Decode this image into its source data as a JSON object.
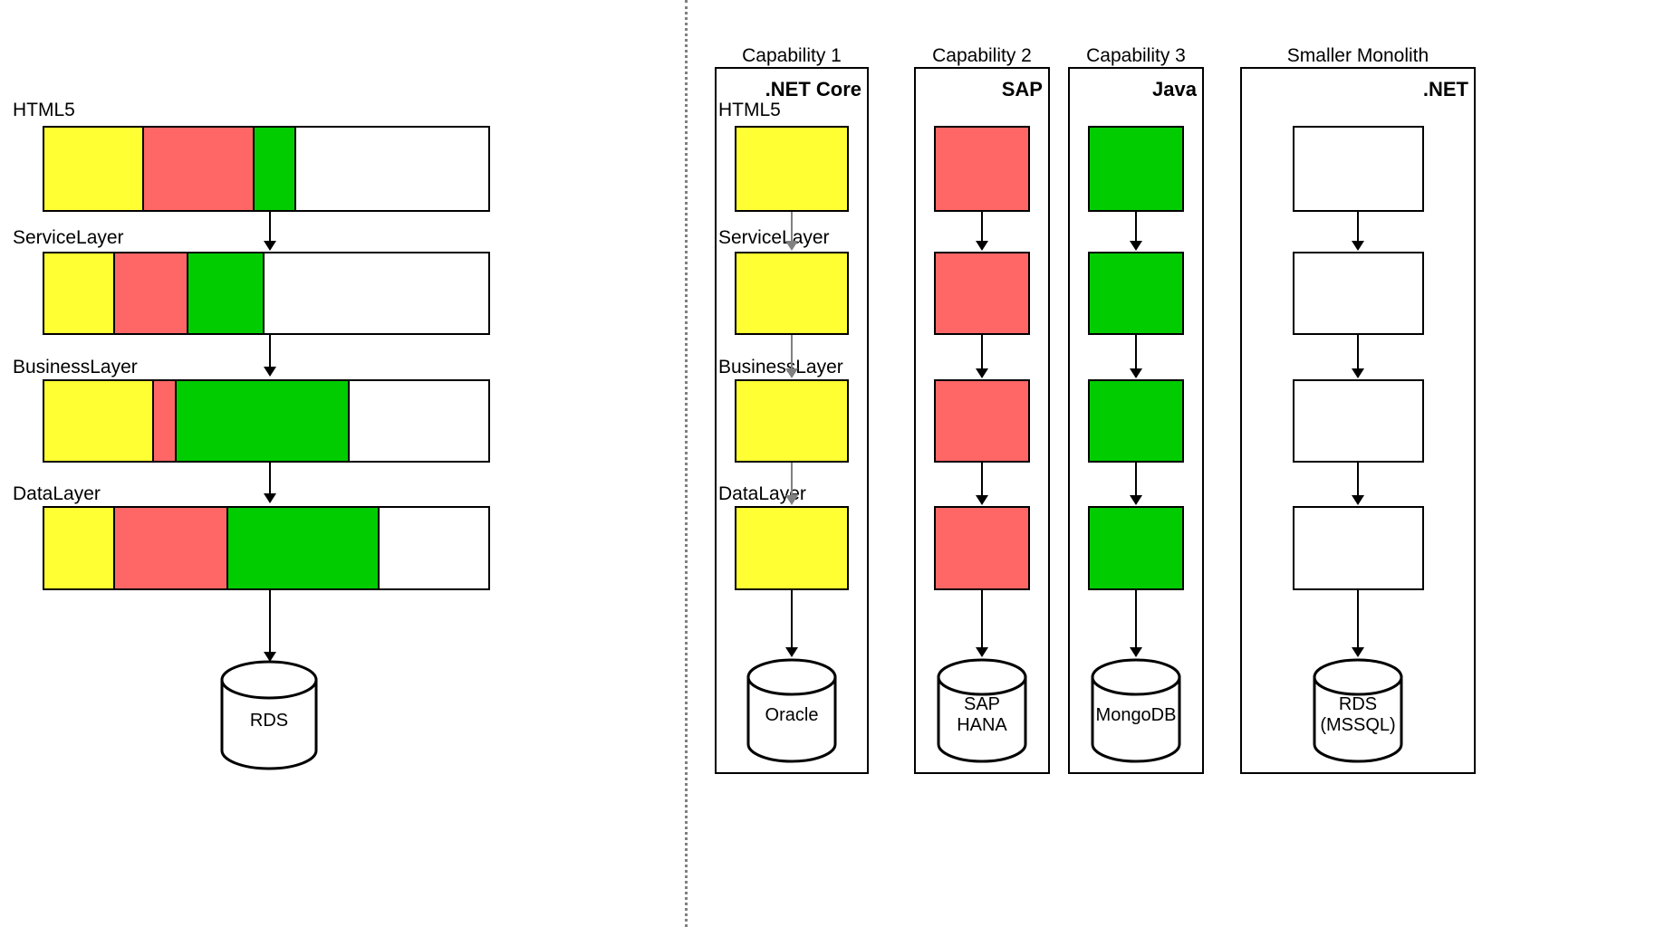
{
  "diagram": {
    "title": "Monolith decomposition into capabilities",
    "colors": {
      "yellow": "#FFFF33",
      "red": "#FF6666",
      "green": "#00CC00",
      "white": "#FFFFFF",
      "stroke": "#000000",
      "gray_arrow": "#808080",
      "divider": "#808080"
    }
  },
  "left": {
    "layers": [
      {
        "label": "HTML5",
        "segments": [
          {
            "color": "yellow",
            "pct": 22.4
          },
          {
            "color": "red",
            "pct": 24.9
          },
          {
            "color": "green",
            "pct": 9.5
          },
          {
            "color": "white",
            "pct": 43.2
          }
        ]
      },
      {
        "label": "ServiceLayer",
        "segments": [
          {
            "color": "yellow",
            "pct": 16.0
          },
          {
            "color": "red",
            "pct": 16.5
          },
          {
            "color": "green",
            "pct": 17.0
          },
          {
            "color": "white",
            "pct": 50.5
          }
        ]
      },
      {
        "label": "BusinessLayer",
        "segments": [
          {
            "color": "yellow",
            "pct": 24.6
          },
          {
            "color": "red",
            "pct": 5.1
          },
          {
            "color": "green",
            "pct": 39.0
          },
          {
            "color": "white",
            "pct": 31.3
          }
        ]
      },
      {
        "label": "DataLayer",
        "segments": [
          {
            "color": "yellow",
            "pct": 16.0
          },
          {
            "color": "red",
            "pct": 25.5
          },
          {
            "color": "green",
            "pct": 34.0
          },
          {
            "color": "white",
            "pct": 24.5
          }
        ]
      }
    ],
    "database": {
      "label": "RDS"
    }
  },
  "right": {
    "columns": [
      {
        "title": "Capability 1",
        "tech": ".NET Core",
        "arrow_color": "gray",
        "show_layer_labels": true,
        "layer_labels": [
          "HTML5",
          "ServiceLayer",
          "BusinessLayer",
          "DataLayer"
        ],
        "boxes": [
          "yellow",
          "yellow",
          "yellow",
          "yellow"
        ],
        "database": {
          "lines": [
            "Oracle"
          ]
        }
      },
      {
        "title": "Capability 2",
        "tech": "SAP",
        "arrow_color": "black",
        "show_layer_labels": false,
        "layer_labels": [],
        "boxes": [
          "red",
          "red",
          "red",
          "red"
        ],
        "database": {
          "lines": [
            "SAP",
            "HANA"
          ]
        }
      },
      {
        "title": "Capability 3",
        "tech": "Java",
        "arrow_color": "black",
        "show_layer_labels": false,
        "layer_labels": [],
        "boxes": [
          "green",
          "green",
          "green",
          "green"
        ],
        "database": {
          "lines": [
            "MongoDB"
          ]
        }
      },
      {
        "title": "Smaller Monolith",
        "tech": ".NET",
        "arrow_color": "black",
        "show_layer_labels": false,
        "layer_labels": [],
        "boxes": [
          "white",
          "white",
          "white",
          "white"
        ],
        "database": {
          "lines": [
            "RDS",
            "(MSSQL)"
          ]
        }
      }
    ]
  }
}
